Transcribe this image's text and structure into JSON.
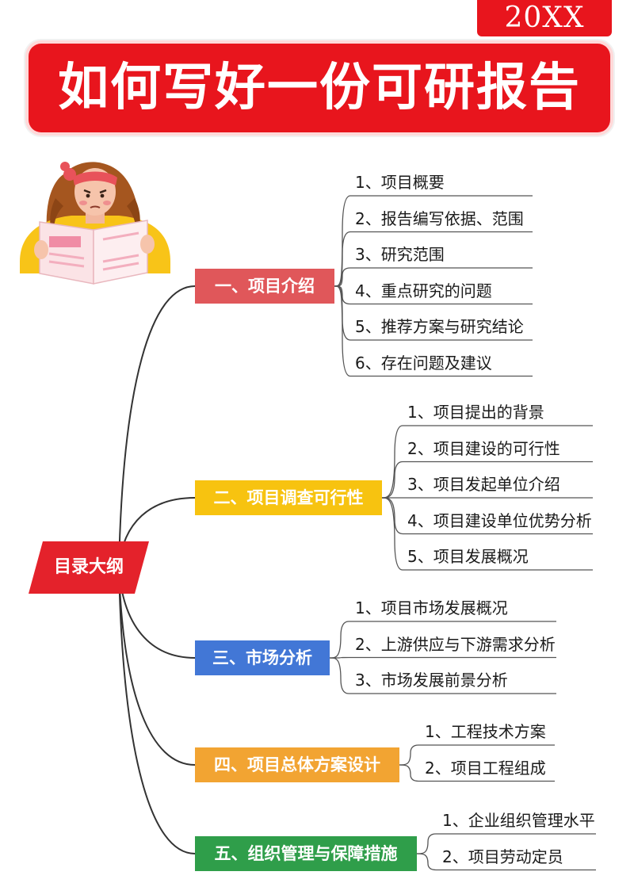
{
  "year": "20XX",
  "title": "如何写好一份可研报告",
  "root": "目录大纲",
  "colors": {
    "red": "#e8151d",
    "branch1": "#e0575a",
    "branch2": "#f7c310",
    "branch3": "#4277d6",
    "branch4": "#f2a432",
    "branch5": "#2f9e4a"
  },
  "icons": [
    "girl-reading-icon"
  ],
  "branches": [
    {
      "label": "一、项目介绍",
      "items": [
        "1、项目概要",
        "2、报告编写依据、范围",
        "3、研究范围",
        "4、重点研究的问题",
        "5、推荐方案与研究结论",
        "6、存在问题及建议"
      ]
    },
    {
      "label": "二、项目调查可行性",
      "items": [
        "1、项目提出的背景",
        "2、项目建设的可行性",
        "3、项目发起单位介绍",
        "4、项目建设单位优势分析",
        "5、项目发展概况"
      ]
    },
    {
      "label": "三、市场分析",
      "items": [
        "1、项目市场发展概况",
        "2、上游供应与下游需求分析",
        "3、市场发展前景分析"
      ]
    },
    {
      "label": "四、项目总体方案设计",
      "items": [
        "1、工程技术方案",
        "2、项目工程组成"
      ]
    },
    {
      "label": "五、组织管理与保障措施",
      "items": [
        "1、企业组织管理水平",
        "2、项目劳动定员"
      ]
    }
  ]
}
